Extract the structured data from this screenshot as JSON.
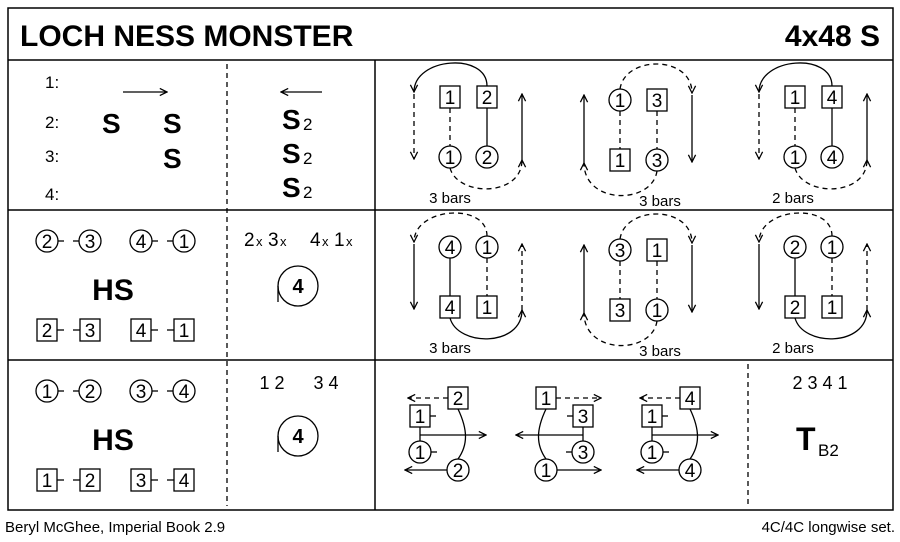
{
  "title": "LOCH NESS MONSTER",
  "dance_type": "4x48 S",
  "footer": {
    "source": "Beryl McGhee, Imperial Book 2.9",
    "set": "4C/4C longwise set."
  },
  "row1": {
    "bar_labels": [
      "1:",
      "2:",
      "3:",
      "4:"
    ],
    "setting": {
      "s": "S",
      "sub": "2"
    },
    "diagrams": [
      {
        "labels": [
          "1",
          "2",
          "1",
          "2"
        ],
        "bars": "3 bars"
      },
      {
        "labels": [
          "1",
          "3",
          "1",
          "3"
        ],
        "bars": "3 bars"
      },
      {
        "labels": [
          "1",
          "4",
          "1",
          "4"
        ],
        "bars": "2 bars"
      }
    ]
  },
  "row2": {
    "top": [
      "2",
      "3",
      "4",
      "1"
    ],
    "figure": "HS",
    "bottom": [
      "2",
      "3",
      "4",
      "1"
    ],
    "cross_labels": [
      {
        "n": "2",
        "x": "x"
      },
      {
        "n": "3",
        "x": "x"
      },
      {
        "n": "4",
        "x": "x"
      },
      {
        "n": "1",
        "x": "x"
      }
    ],
    "chase": "4",
    "diagrams": [
      {
        "labels": [
          "4",
          "1",
          "4",
          "1"
        ],
        "bars": "3 bars"
      },
      {
        "labels": [
          "3",
          "1",
          "3",
          "1"
        ],
        "bars": "3 bars"
      },
      {
        "labels": [
          "2",
          "1",
          "2",
          "1"
        ],
        "bars": "2 bars"
      }
    ]
  },
  "row3": {
    "top": [
      "1",
      "2",
      "3",
      "4"
    ],
    "figure": "HS",
    "bottom": [
      "1",
      "2",
      "3",
      "4"
    ],
    "order_labels": [
      "1 2",
      "3 4"
    ],
    "chase": "4",
    "diagrams": [
      {
        "labels": [
          "2",
          "1",
          "1",
          "2"
        ]
      },
      {
        "labels": [
          "1",
          "3",
          "3",
          "1"
        ]
      },
      {
        "labels": [
          "4",
          "1",
          "1",
          "4"
        ]
      }
    ],
    "right_order": "2 3 4 1",
    "turn": {
      "t": "T",
      "sub": "B2"
    }
  }
}
